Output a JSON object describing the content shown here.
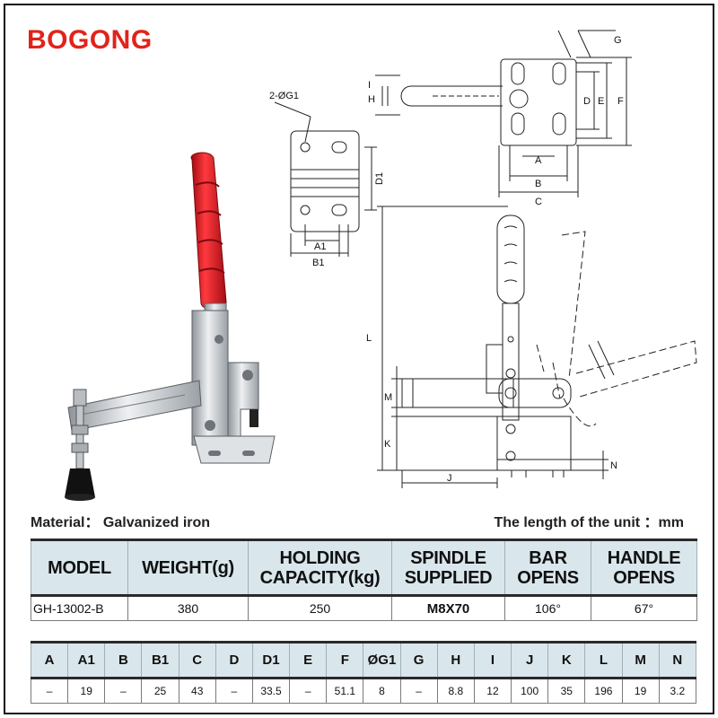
{
  "brand": {
    "name": "BOGONG",
    "color": "#e2231a"
  },
  "drawing": {
    "g1_label": "2-ØG1",
    "labels": {
      "G": "G",
      "I": "I",
      "H": "H",
      "D": "D",
      "E": "E",
      "F": "F",
      "A": "A",
      "B": "B",
      "C": "C",
      "D1": "D1",
      "A1": "A1",
      "B1": "B1",
      "L": "L",
      "M": "M",
      "K": "K",
      "J": "J",
      "N": "N"
    }
  },
  "info": {
    "material": "Material： Galvanized iron",
    "unit": "The length of the unit ：mm"
  },
  "spec_table": {
    "headers": [
      [
        "MODEL"
      ],
      [
        "WEIGHT(g)"
      ],
      [
        "HOLDING",
        "CAPACITY(kg)"
      ],
      [
        "SPINDLE",
        "SUPPLIED"
      ],
      [
        "BAR",
        "OPENS"
      ],
      [
        "HANDLE",
        "OPENS"
      ]
    ],
    "row": [
      "GH-13002-B",
      "380",
      "250",
      "M8X70",
      "106°",
      "67°"
    ]
  },
  "dim_table": {
    "headers": [
      "A",
      "A1",
      "B",
      "B1",
      "C",
      "D",
      "D1",
      "E",
      "F",
      "ØG1",
      "G",
      "H",
      "I",
      "J",
      "K",
      "L",
      "M",
      "N"
    ],
    "row": [
      "–",
      "19",
      "–",
      "25",
      "43",
      "–",
      "33.5",
      "–",
      "51.1",
      "8",
      "–",
      "8.8",
      "12",
      "100",
      "35",
      "196",
      "19",
      "3.2"
    ]
  },
  "colors": {
    "header_bg": "#d9e7ec",
    "handle_red": "#d8101a",
    "steel": "#c9ccd0"
  }
}
